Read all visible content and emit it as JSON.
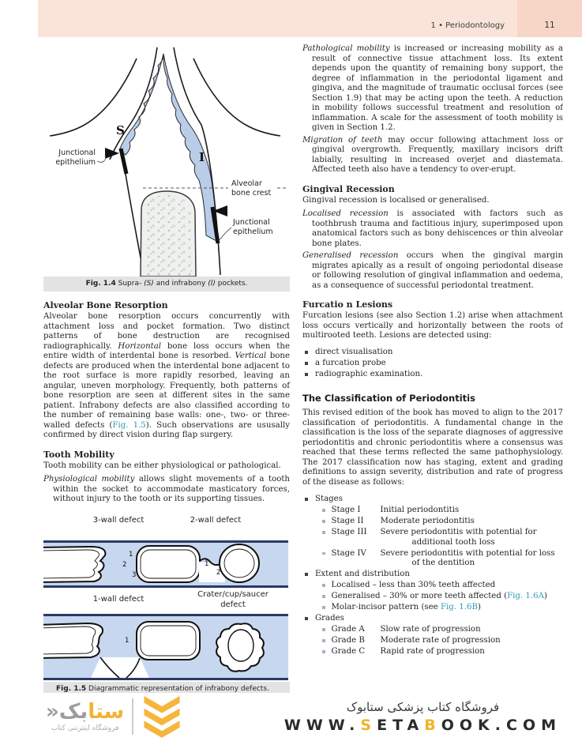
{
  "header": {
    "title": "1 • Periodontology",
    "page_number": "11"
  },
  "left": {
    "fig14": {
      "label_s": "S",
      "label_i": "I",
      "junctional_l1": "Junctional",
      "junctional_l2": "epithelium",
      "alveolar_l1": "Alveolar",
      "alveolar_l2": "bone crest",
      "caption_runs": [
        {
          "t": "Fig. 1.4",
          "c": "b"
        },
        {
          "t": "  Supra- "
        },
        {
          "t": "(S)",
          "c": "i"
        },
        {
          "t": " and infrabony "
        },
        {
          "t": "(I)",
          "c": "i"
        },
        {
          "t": " pockets."
        }
      ]
    },
    "alveolar_section": {
      "heading": "Alveolar Bone Resorption",
      "body_runs": [
        {
          "t": "Alveolar bone resorption occurs concurrently with attachment loss and pocket formation. Two distinct patterns of bone destruction are recognised radiographically. "
        },
        {
          "t": "Horizontal",
          "c": "i"
        },
        {
          "t": " bone loss occurs when the entire width of interdental bone is resorbed. "
        },
        {
          "t": "Vertical",
          "c": "i"
        },
        {
          "t": " bone defects are produced when the interdental bone adjacent to the root surface is more rapidly resorbed, leaving an angular, uneven morphology. Frequently, both patterns of bone resorption are seen at different sites in the same patient. Infrabony defects are also classified according to the number of remaining base walls: one-, two- or three-walled defects ("
        },
        {
          "t": "Fig. 1.5",
          "c": "link"
        },
        {
          "t": "). Such observations are ususally confirmed by direct vision during flap surgery."
        }
      ]
    },
    "mobility_section": {
      "heading": "Tooth Mobility",
      "intro": "Tooth mobility can be either physiological or pathological.",
      "physiological_runs": [
        {
          "t": "Physiological mobility",
          "c": "i"
        },
        {
          "t": " allows slight movements of a tooth within the socket to accommodate masticatory forces, without injury to the tooth or its supporting tissues."
        }
      ]
    },
    "fig15": {
      "label_3wall": "3-wall defect",
      "label_2wall": "2-wall defect",
      "label_1wall": "1-wall defect",
      "label_crater_l1": "Crater/cup/saucer",
      "label_crater_l2": "defect",
      "n1": "1",
      "n2": "2",
      "n3": "3",
      "caption_runs": [
        {
          "t": "Fig. 1.5",
          "c": "b"
        },
        {
          "t": "  Diagrammatic representation of infrabony defects."
        }
      ]
    }
  },
  "right": {
    "pathological_runs": [
      {
        "t": "Pathological mobility",
        "c": "i"
      },
      {
        "t": " is increased or increasing mobility as a result of connective tissue attachment loss. Its extent depends upon the quantity of remaining bony support, the degree of inflammation in the periodontal ligament and gingiva, and the magnitude of traumatic occlusal forces (see Section 1.9) that may be acting upon the teeth. A reduction in mobility follows successful treatment and resolution of inflammation. A scale for the assessment of tooth mobility is given in Section 1.2."
      }
    ],
    "migration_runs": [
      {
        "t": "Migration of teeth",
        "c": "i"
      },
      {
        "t": " may occur following attachment loss or gingival overgrowth. Frequently, maxillary incisors drift labially, resulting in increased overjet and diastemata. Affected teeth also have a tendency to over-erupt."
      }
    ],
    "gingival": {
      "heading": "Gingival Recession",
      "intro": "Gingival recession is localised or generalised.",
      "localised_runs": [
        {
          "t": "Localised recession",
          "c": "i"
        },
        {
          "t": " is associated with factors such as toothbrush trauma and factitious injury, superimposed upon anatomical factors such as bony dehiscences or thin alveolar bone plates."
        }
      ],
      "generalised_runs": [
        {
          "t": "Generalised recession",
          "c": "i"
        },
        {
          "t": " occurs when the gingival margin migrates apically as a result of ongoing periodontal disease or following resolution of gingival inflammation and oedema, as a consequence of successful periodontal treatment."
        }
      ]
    },
    "furcation": {
      "heading": "Furcatio n Lesions",
      "body": "Furcation lesions (see also Section 1.2) arise when attachment loss occurs vertically and horizontally between the roots of multirooted teeth. Lesions are detected using:",
      "bullets": [
        "direct visualisation",
        "a furcation probe",
        "radiographic examination."
      ]
    },
    "classification": {
      "heading": "The Classification of Periodontitis",
      "body": "This revised edition of the book has moved to align to the 2017 classification of periodontitis. A fundamental change in the classification is the loss of the separate diagnoses of aggressive periodontitis and chronic periodontitis where a consensus was reached that these terms reflected the same pathophysiology. The 2017 classification now has staging, extent and grading definitions to assign severity, distribution and rate of progress of the disease as follows:",
      "stages_label": "Stages",
      "stages": [
        {
          "term": "Stage I",
          "desc": "Initial periodontitis"
        },
        {
          "term": "Stage II",
          "desc": "Moderate periodontitis"
        },
        {
          "term": "Stage III",
          "desc": "Severe periodontitis with potential for additional tooth loss"
        },
        {
          "term": "Stage IV",
          "desc": "Severe periodontitis with potential for loss of the dentition"
        }
      ],
      "extent_label": "Extent and distribution",
      "extent_items": [
        [
          {
            "t": "Localised – less than 30% teeth affected"
          }
        ],
        [
          {
            "t": "Generalised – 30% or more teeth affected ("
          },
          {
            "t": "Fig. 1.6A",
            "c": "link"
          },
          {
            "t": ")"
          }
        ],
        [
          {
            "t": "Molar-incisor pattern (see "
          },
          {
            "t": "Fig. 1.6B",
            "c": "link"
          },
          {
            "t": ")"
          }
        ]
      ],
      "grades_label": "Grades",
      "grades": [
        {
          "term": "Grade A",
          "desc": "Slow rate of progression"
        },
        {
          "term": "Grade B",
          "desc": "Moderate rate of progression"
        },
        {
          "term": "Grade C",
          "desc": "Rapid rate of progression"
        }
      ]
    }
  },
  "footer": {
    "wordmark_yellow": "ستا",
    "wordmark_gray": "بک",
    "wordmark_mark": "«",
    "brand_subtitle": "فروشگاه اینترنتی کتاب",
    "site_title_fa": "فروشگاه کتاب پزشکی ستابوک",
    "url_runs": [
      {
        "t": "WWW."
      },
      {
        "t": "S",
        "c": "accent"
      },
      {
        "t": "ETA"
      },
      {
        "t": "B",
        "c": "accent"
      },
      {
        "t": "OOK.COM"
      }
    ]
  },
  "colors": {
    "header_band": "#fae4da",
    "page_tab": "#f7d6c7",
    "link_teal": "#2d9cb4",
    "figure_pocket_blue": "#b9cde9",
    "panel_blue": "#c7d7ef",
    "panel_border": "#2a3a66",
    "accent_yellow": "#f0b429",
    "caption_bg": "#e3e3e3"
  }
}
